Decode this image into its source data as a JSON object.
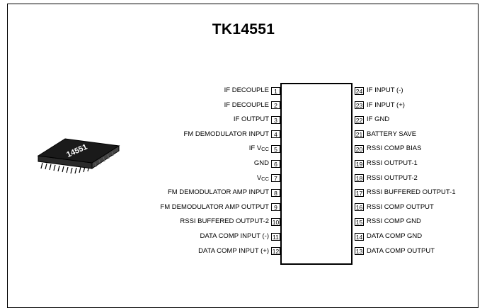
{
  "title": "TK14551",
  "package_marking": "14551",
  "left_pins": [
    {
      "num": "1",
      "label": "IF DECOUPLE",
      "sub": ""
    },
    {
      "num": "2",
      "label": "IF DECOUPLE",
      "sub": ""
    },
    {
      "num": "3",
      "label": "IF OUTPUT",
      "sub": ""
    },
    {
      "num": "4",
      "label": "FM DEMODULATOR INPUT",
      "sub": ""
    },
    {
      "num": "5",
      "label": "IF V",
      "sub": "CC"
    },
    {
      "num": "6",
      "label": "GND",
      "sub": ""
    },
    {
      "num": "7",
      "label": "V",
      "sub": "CC"
    },
    {
      "num": "8",
      "label": "FM DEMODULATOR AMP INPUT",
      "sub": ""
    },
    {
      "num": "9",
      "label": "FM DEMODULATOR AMP OUTPUT",
      "sub": ""
    },
    {
      "num": "10",
      "label": "RSSI BUFFERED OUTPUT-2",
      "sub": ""
    },
    {
      "num": "11",
      "label": "DATA COMP INPUT (-)",
      "sub": ""
    },
    {
      "num": "12",
      "label": "DATA COMP INPUT (+)",
      "sub": ""
    }
  ],
  "right_pins": [
    {
      "num": "24",
      "label": "IF INPUT (-)"
    },
    {
      "num": "23",
      "label": "IF INPUT (+)"
    },
    {
      "num": "22",
      "label": "IF GND"
    },
    {
      "num": "21",
      "label": "BATTERY SAVE"
    },
    {
      "num": "20",
      "label": "RSSI COMP BIAS"
    },
    {
      "num": "19",
      "label": "RSSI OUTPUT-1"
    },
    {
      "num": "18",
      "label": "RSSI OUTPUT-2"
    },
    {
      "num": "17",
      "label": "RSSI BUFFERED OUTPUT-1"
    },
    {
      "num": "16",
      "label": "RSSI COMP OUTPUT"
    },
    {
      "num": "15",
      "label": "RSSI COMP GND"
    },
    {
      "num": "14",
      "label": "DATA COMP GND"
    },
    {
      "num": "13",
      "label": "DATA COMP OUTPUT"
    }
  ]
}
